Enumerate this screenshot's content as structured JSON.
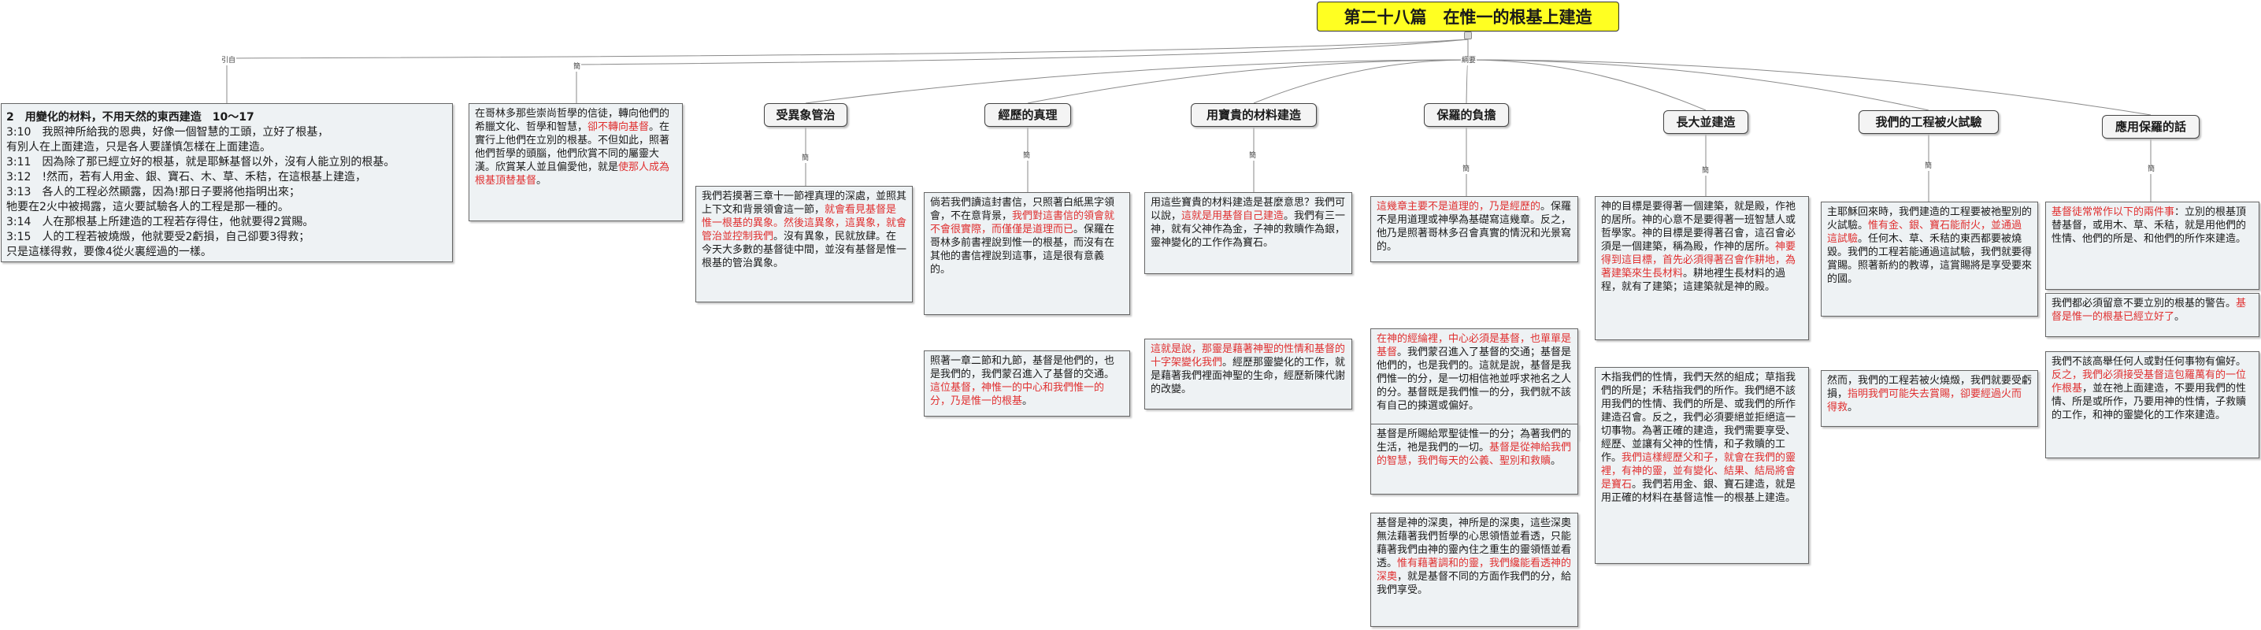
{
  "title": "第二十八篇　在惟一的根基上建造",
  "connectors": {
    "quote": "引自",
    "intro": "簡",
    "outline": "綱要",
    "children": [
      "簡",
      "簡",
      "簡",
      "簡",
      "簡",
      "簡",
      "簡"
    ]
  },
  "verses": {
    "heading": "2　用變化的材料，不用天然的東西建造　10～17",
    "lines": [
      "3:10　我照神所給我的恩典，好像一個智慧的工頭，立好了根基，",
      "有別人在上面建造，只是各人要謹慎怎樣在上面建造。",
      "3:11　因為除了那已經立好的根基，就是耶穌基督以外，沒有人能立別的根基。",
      "3:12　!然而，若有人用金、銀、寶石、木、草、禾秸，在這根基上建造，",
      "3:13　各人的工程必然顯露，因為!那日子要將他指明出來；",
      "牠要在2火中被揭露，這火要試驗各人的工程是那一種的。",
      "3:14　人在那根基上所建造的工程若存得住，他就要得2賞賜。",
      "3:15　人的工程若被燒燬，他就要受2虧損，自己卻要3得救；",
      "只是這樣得救，要像4從火裏經過的一樣。"
    ]
  },
  "intro": {
    "parts": [
      "在哥林多那些崇尚哲學的信徒，轉向他們的希臘文化、哲學和智慧，",
      "卻不轉向基督",
      "。在實行上他們在立別的根基。不但如此，照著他們哲學的頭腦，他們欣賞不同的屬靈大漢。欣賞某人並且偏愛他，就是",
      "使那人成為根基頂替基督",
      "。"
    ]
  },
  "topics": [
    {
      "label": "受異象管治",
      "notes": [
        {
          "parts": [
            "我們若摸著三章十一節裡真理的深處，並照其上下文和背景領會這一節，",
            "就會看見基督是惟一根基的異象。然後這異象，這異象，就會管治並控制我們",
            "。沒有異象，民就放肆。在今天大多數的基督徒中間，並沒有基督是惟一根基的管治異象。"
          ]
        }
      ]
    },
    {
      "label": "經歷的真理",
      "notes": [
        {
          "parts": [
            "倘若我們讀這封書信，只照著白紙黑字領會，不在意背景，",
            "我們對這書信的領會就不會很實際，而僅僅是道理而已",
            "。保羅在哥林多前書裡說到惟一的根基，而沒有在其他的書信裡說到這事，這是很有意義的。"
          ]
        },
        {
          "parts": [
            "照著一章二節和九節，基督是他們的，也是我們的，我們蒙召進入了基督的交通。",
            "這位基督，神惟一的中心和我們惟一的分，乃是惟一的根基",
            "。"
          ]
        }
      ]
    },
    {
      "label": "用寶貴的材料建造",
      "notes": [
        {
          "parts": [
            "用這些寶貴的材料建造是甚麼意思？我們可以說，",
            "這就是用基督自己建造",
            "。我們有三一神，就有父神作為金，子神的救贖作為銀，靈神變化的工作作為寶石。"
          ]
        },
        {
          "parts": [
            "",
            "這就是說，那靈是藉著神聖的性情和基督的十字架變化我們",
            "。經歷那靈變化的工作，就是藉著我們裡面神聖的生命，經歷新陳代謝的改變。"
          ]
        }
      ]
    },
    {
      "label": "保羅的負擔",
      "notes": [
        {
          "parts": [
            "",
            "這幾章主要不是道理的，乃是經歷的",
            "。保羅不是用道理或神學為基礎寫這幾章。反之，他乃是照著哥林多召會真實的情況和光景寫的。"
          ]
        },
        {
          "parts": [
            "",
            "在神的經綸裡，中心必須是基督，也單單是基督",
            "。我們蒙召進入了基督的交通；基督是他們的，也是我們的。這就是說，基督是我們惟一的分，是一切相信祂並呼求祂名之人的分。基督既是我們惟一的分，我們就不該有自己的揀選或偏好。"
          ]
        },
        {
          "parts": [
            "基督是所賜給眾聖徒惟一的分；為著我們的生活，祂是我們的一切。",
            "基督是從神給我們的智慧，我們每天的公義、聖別和救贖",
            "。"
          ]
        },
        {
          "parts": [
            "基督是神的深奧，神所是的深奧，這些深奧無法藉著我們哲學的心思領悟並看透，只能藉著我們由神的靈內住之重生的靈領悟並看透。",
            "惟有藉著調和的靈，我們纔能看透神的深奧",
            "，就是基督不同的方面作我們的分，給我們享受。"
          ]
        }
      ]
    },
    {
      "label": "長大並建造",
      "notes": [
        {
          "parts": [
            "神的目標是要得著一個建築，就是殿，作祂的居所。神的心意不是要得著一班智慧人或哲學家。神的目標是要得著召會，這召會必須是一個建築，稱為殿，作神的居所。",
            "神要得到這目標，首先必須得著召會作耕地，為著建築來生長材料",
            "。耕地裡生長材料的過程，就有了建築；這建築就是神的殿。"
          ]
        },
        {
          "parts": [
            "木指我們的性情，我們天然的組成；草指我們的所是；禾秸指我們的所作。我們絕不該用我們的性情、我們的所是、或我們的所作建造召會。反之，我們必須要絕並拒絕這一切事物。為著正確的建造，我們需要享受、經歷、並讓有父神的性情，和子救贖的工作。",
            "我們這樣經歷父和子，就會在我們的靈裡，有神的靈，並有變化、結果、結局將會是寶石",
            "。我們若用金、銀、寶石建造，就是用正確的材料在基督這惟一的根基上建造。"
          ]
        }
      ]
    },
    {
      "label": "我們的工程被火試驗",
      "notes": [
        {
          "parts": [
            "主耶穌回來時，我們建造的工程要被祂聖別的火試驗。",
            "惟有金、銀、寶石能耐火，並通過這試驗",
            "。任何木、草、禾秸的東西都要被燒毀。我們的工程若能通過這試驗，我們就要得賞賜。照著新約的教導，這賞賜將是享受要來的國。"
          ]
        },
        {
          "parts": [
            "然而，我們的工程若被火燒燬，我們就要受虧損，",
            "指明我們可能失去賞賜，卻要經過火而得救",
            "。"
          ]
        }
      ]
    },
    {
      "label": "應用保羅的話",
      "notes": [
        {
          "parts": [
            "",
            "基督徒常常作以下的兩件事",
            "：立別的根基頂替基督，或用木、草、禾秸，就是用他們的性情、他們的所是、和他們的所作來建造。"
          ]
        },
        {
          "parts": [
            "我們都必須留意不要立別的根基的警告。",
            "基督是惟一的根基已經立好了",
            "。"
          ]
        },
        {
          "parts": [
            "我們不該高舉任何人或對任何事物有偏好。",
            "反之，我們必須接受基督這包羅萬有的一位作根基",
            "，並在祂上面建造，不要用我們的性情、所是或所作，乃要用神的性情，子救贖的工作，和神的靈變化的工作來建造。"
          ]
        }
      ]
    }
  ]
}
